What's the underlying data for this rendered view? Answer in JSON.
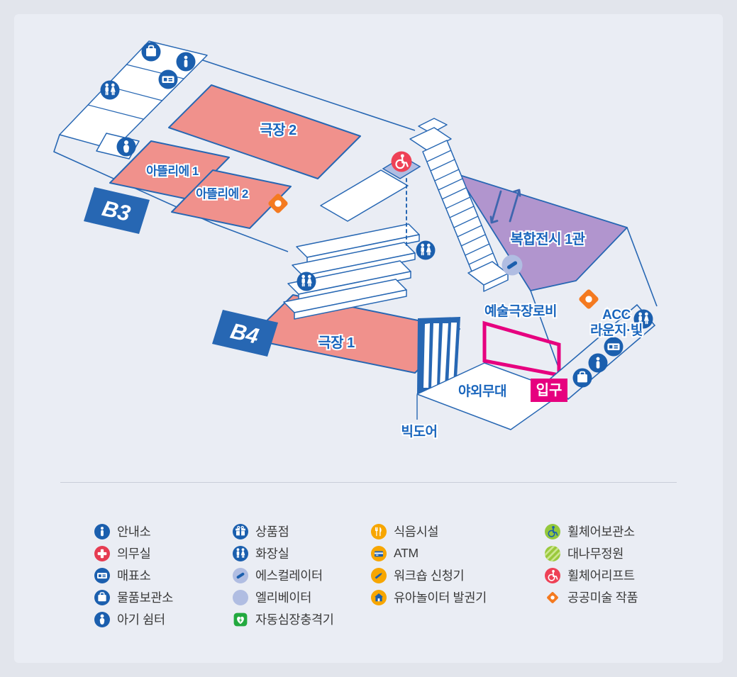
{
  "map": {
    "floor_badges": {
      "b3": "B3",
      "b4": "B4"
    },
    "labels": {
      "theater2": "극장 2",
      "atelier1": "아뜰리에 1",
      "atelier2": "아뜰리에 2",
      "exhibition1": "복합전시 1관",
      "theater1": "극장 1",
      "art_theater_lobby": "예술극장로비",
      "outdoor_stage": "야외무대",
      "big_door": "빅도어",
      "entrance": "입구",
      "acc_lounge_line1": "ACC",
      "acc_lounge_line2": "라운지·빛"
    },
    "marker_icons": [
      "locker-icon",
      "info-icon",
      "ticket-icon",
      "restroom-icon",
      "baby-icon",
      "restroom-icon",
      "restroom-icon",
      "wheelchair-lift-icon",
      "escalator-icon",
      "restroom-icon",
      "ticket-icon",
      "info-icon",
      "locker-icon",
      "public-art-icon",
      "public-art-icon"
    ]
  },
  "legend": {
    "columns": [
      [
        {
          "icon": "info",
          "label": "안내소"
        },
        {
          "icon": "medical",
          "label": "의무실"
        },
        {
          "icon": "ticket",
          "label": "매표소"
        },
        {
          "icon": "locker",
          "label": "물품보관소"
        },
        {
          "icon": "baby",
          "label": "아기 쉼터"
        }
      ],
      [
        {
          "icon": "shop",
          "label": "상품점"
        },
        {
          "icon": "restroom",
          "label": "화장실"
        },
        {
          "icon": "escalator",
          "label": "에스컬레이터"
        },
        {
          "icon": "elevator",
          "label": "엘리베이터"
        },
        {
          "icon": "aed",
          "label": "자동심장충격기"
        }
      ],
      [
        {
          "icon": "food",
          "label": "식음시설"
        },
        {
          "icon": "atm",
          "label": "ATM"
        },
        {
          "icon": "workshop",
          "label": "워크숍 신청기"
        },
        {
          "icon": "kids",
          "label": "유아놀이터 발권기"
        }
      ],
      [
        {
          "icon": "wheelchair-storage",
          "label": "휠체어보관소"
        },
        {
          "icon": "bamboo",
          "label": "대나무정원"
        },
        {
          "icon": "wheelchair-lift",
          "label": "휠체어리프트"
        },
        {
          "icon": "public-art",
          "label": "공공미술 작품"
        }
      ]
    ]
  },
  "colors": {
    "outer": "#e2e5ec",
    "card": "#eaedf4",
    "line": "#2767b3",
    "blue": "#1b5fae",
    "periwinkle": "#b0bde2",
    "salmon": "#f0918c",
    "purple": "#b195ce",
    "magenta": "#e6007f",
    "amber": "#f7a600",
    "green": "#22a93f",
    "yg": "#94c83d",
    "redlift": "#ee4156",
    "crimson": "#e63c52",
    "orange": "#f47a20",
    "labelblue": "#1a66bd",
    "legendtext": "#3a3a3a"
  }
}
